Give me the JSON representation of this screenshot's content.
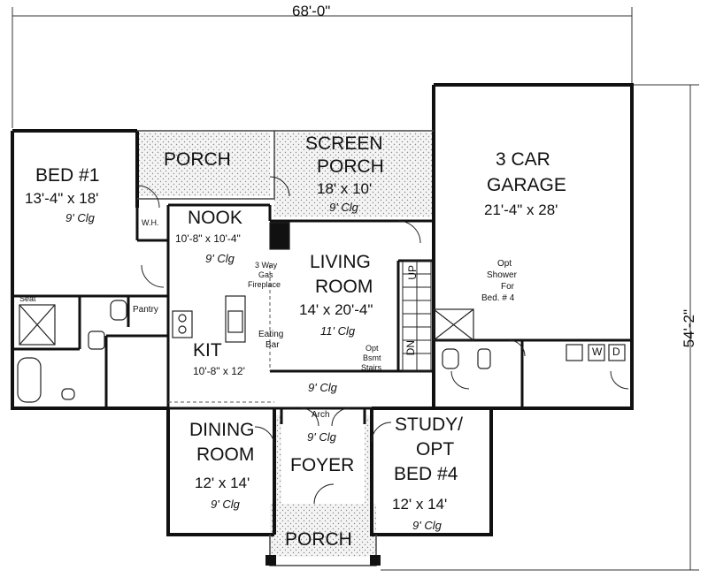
{
  "overall": {
    "width": "68'-0\"",
    "depth": "54'-2\""
  },
  "rooms": {
    "bed1": {
      "name": "BED #1",
      "size": "13'-4\" x 18'",
      "ceiling": "9' Clg"
    },
    "porch_rear": {
      "name": "PORCH"
    },
    "screen_porch": {
      "name_line1": "SCREEN",
      "name_line2": "PORCH",
      "size": "18' x 10'",
      "ceiling": "9' Clg"
    },
    "garage": {
      "name_line1": "3 CAR",
      "name_line2": "GARAGE",
      "size": "21'-4\" x 28'"
    },
    "nook": {
      "name": "NOOK",
      "size": "10'-8\" x 10'-4\"",
      "ceiling": "9' Clg"
    },
    "living": {
      "name_line1": "LIVING",
      "name_line2": "ROOM",
      "size": "14' x 20'-4\"",
      "ceiling": "11' Clg"
    },
    "kit": {
      "name": "KIT",
      "size": "10'-8\" x 12'"
    },
    "dining": {
      "name_line1": "DINING",
      "name_line2": "ROOM",
      "size": "12' x 14'",
      "ceiling": "9' Clg"
    },
    "foyer": {
      "name": "FOYER",
      "ceiling": "9' Clg"
    },
    "study": {
      "name_line1": "STUDY/",
      "name_line2": "OPT",
      "name_line3": "BED #4",
      "size": "12' x 14'",
      "ceiling": "9' Clg"
    },
    "porch_front": {
      "name": "PORCH"
    },
    "hall": {
      "ceiling": "9' Clg"
    }
  },
  "labels": {
    "wh": "W.H.",
    "fireplace_1": "3 Way",
    "fireplace_2": "Gas",
    "fireplace_3": "Fireplace",
    "pantry": "Pantry",
    "seat": "Seat",
    "eating_bar_1": "Eating",
    "eating_bar_2": "Bar",
    "opt_stairs_1": "Opt",
    "opt_stairs_2": "Bsmt",
    "opt_stairs_3": "Stairs",
    "up": "UP",
    "dn": "DN",
    "arch": "Arch",
    "shower_1": "Opt",
    "shower_2": "Shower",
    "shower_3": "For",
    "shower_4": "Bed. # 4",
    "washer": "W",
    "dryer": "D"
  }
}
